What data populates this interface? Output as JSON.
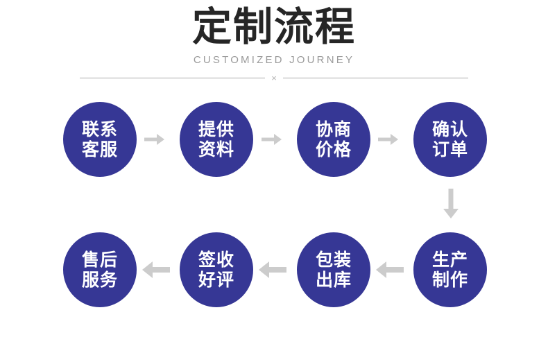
{
  "header": {
    "title": "定制流程",
    "subtitle": "CUSTOMIZED JOURNEY",
    "divider_mark": "×"
  },
  "colors": {
    "node_fill": "#363795",
    "node_text": "#ffffff",
    "arrow": "#cccccc",
    "title_text": "#262626",
    "subtitle_text": "#9a9a9a",
    "divider_rule": "#a9a9a9",
    "background": "#ffffff"
  },
  "flow": {
    "row1": {
      "direction": "left-to-right",
      "nodes": [
        {
          "line1": "联系",
          "line2": "客服"
        },
        {
          "line1": "提供",
          "line2": "资料"
        },
        {
          "line1": "协商",
          "line2": "价格"
        },
        {
          "line1": "确认",
          "line2": "订单"
        }
      ],
      "connector_icons": [
        "arrow-right-icon",
        "arrow-right-icon",
        "arrow-right-icon"
      ]
    },
    "row_connector": {
      "icon": "arrow-down-icon",
      "direction": "top-to-bottom"
    },
    "row2": {
      "direction": "right-to-left",
      "nodes": [
        {
          "line1": "售后",
          "line2": "服务"
        },
        {
          "line1": "签收",
          "line2": "好评"
        },
        {
          "line1": "包装",
          "line2": "出库"
        },
        {
          "line1": "生产",
          "line2": "制作"
        }
      ],
      "connector_icons": [
        "arrow-left-icon",
        "arrow-left-icon",
        "arrow-left-icon"
      ]
    }
  }
}
